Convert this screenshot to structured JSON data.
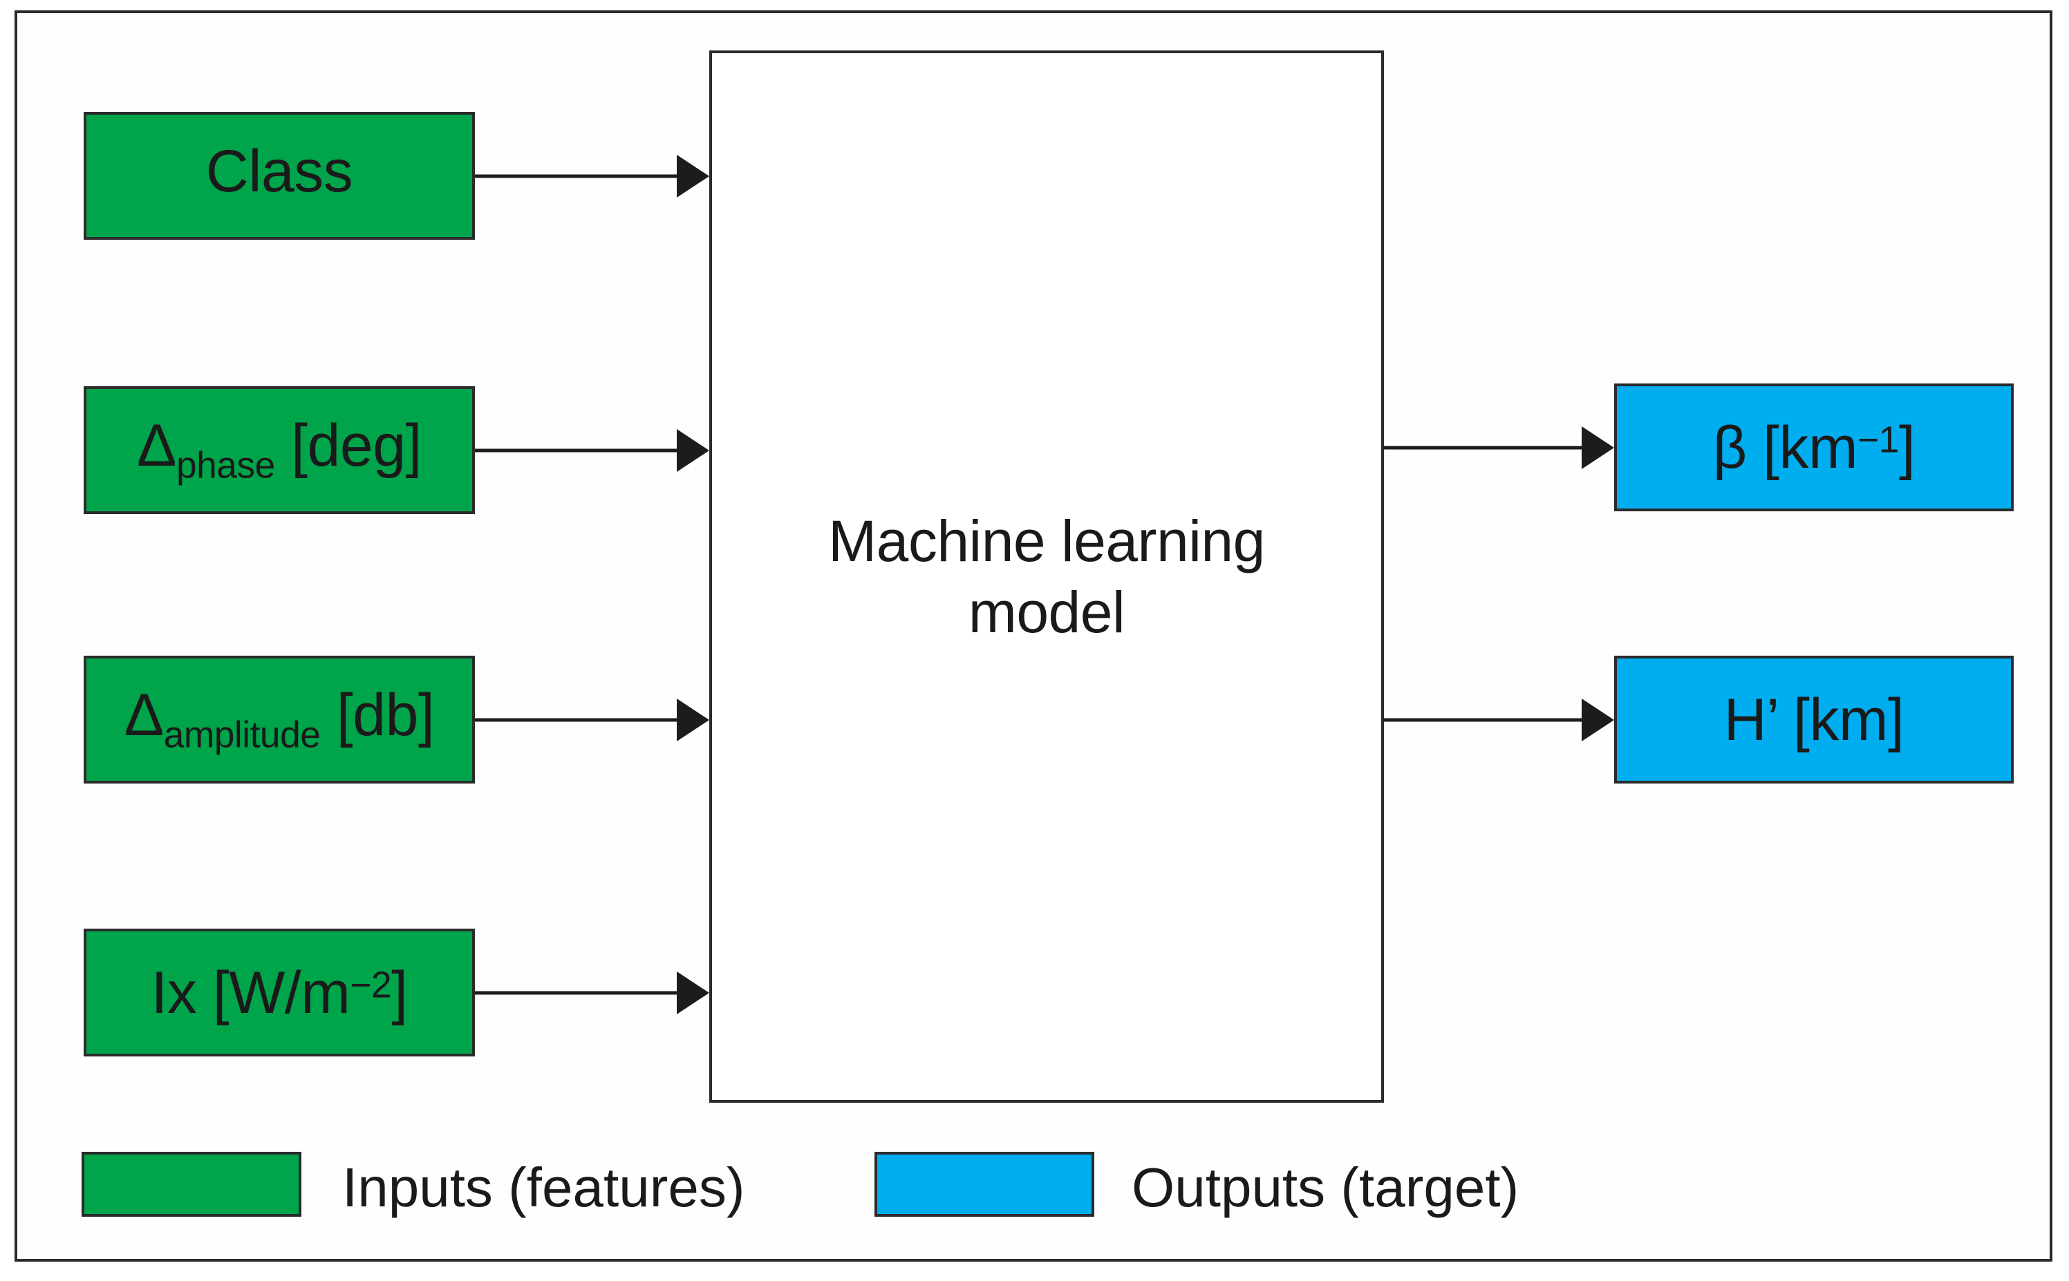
{
  "diagram": {
    "title": "Machine learning model input-output block diagram",
    "colors": {
      "input_fill": "#00A44B",
      "output_fill": "#00AEEF",
      "stroke": "#2b2b2b",
      "background": "#ffffff",
      "text": "#1a1a1a"
    },
    "model": {
      "label_line1": "Machine learning",
      "label_line2": "model"
    },
    "inputs": [
      {
        "id": "class",
        "base": "Class",
        "sub": "",
        "unit": "",
        "sup": ""
      },
      {
        "id": "delta-phase",
        "base": "Δ",
        "sub": "phase",
        "unit": " [deg]",
        "sup": ""
      },
      {
        "id": "delta-amplitude",
        "base": "Δ",
        "sub": "amplitude",
        "unit": " [db]",
        "sup": ""
      },
      {
        "id": "ix",
        "base": "Ix [W/m",
        "sub": "",
        "unit": "]",
        "sup": "−2"
      }
    ],
    "outputs": [
      {
        "id": "beta",
        "base": "β [km",
        "sup": "−1",
        "unit": "]"
      },
      {
        "id": "h-prime",
        "base": "H’ [km",
        "sup": "",
        "unit": "]"
      }
    ],
    "legend": [
      {
        "id": "inputs",
        "swatch": "green",
        "label": "Inputs (features)"
      },
      {
        "id": "outputs",
        "swatch": "blue",
        "label": "Outputs (target)"
      }
    ]
  }
}
